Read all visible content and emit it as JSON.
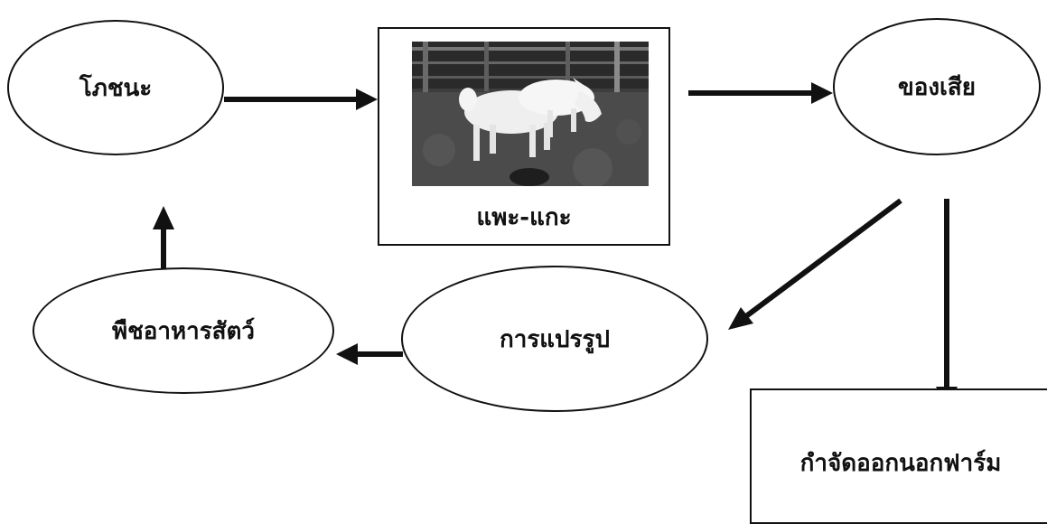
{
  "diagram": {
    "nodes": {
      "feed": "โภชนะ",
      "goat_sheep": "แพะ-แกะ",
      "waste": "ของเสีย",
      "processing": "การแปรรูป",
      "forage_crops": "พืชอาหารสัตว์",
      "dispose": "กำจัดออกนอกฟาร์ม"
    },
    "photo": {
      "subject": "two white goats on dirt ground",
      "style": "grayscale photograph"
    },
    "edges": [
      {
        "from": "feed",
        "to": "goat_sheep"
      },
      {
        "from": "goat_sheep",
        "to": "waste"
      },
      {
        "from": "waste",
        "to": "processing"
      },
      {
        "from": "waste",
        "to": "dispose"
      },
      {
        "from": "processing",
        "to": "forage_crops"
      },
      {
        "from": "forage_crops",
        "to": "feed"
      }
    ],
    "colors": {
      "line": "#111111",
      "background": "#ffffff"
    }
  }
}
